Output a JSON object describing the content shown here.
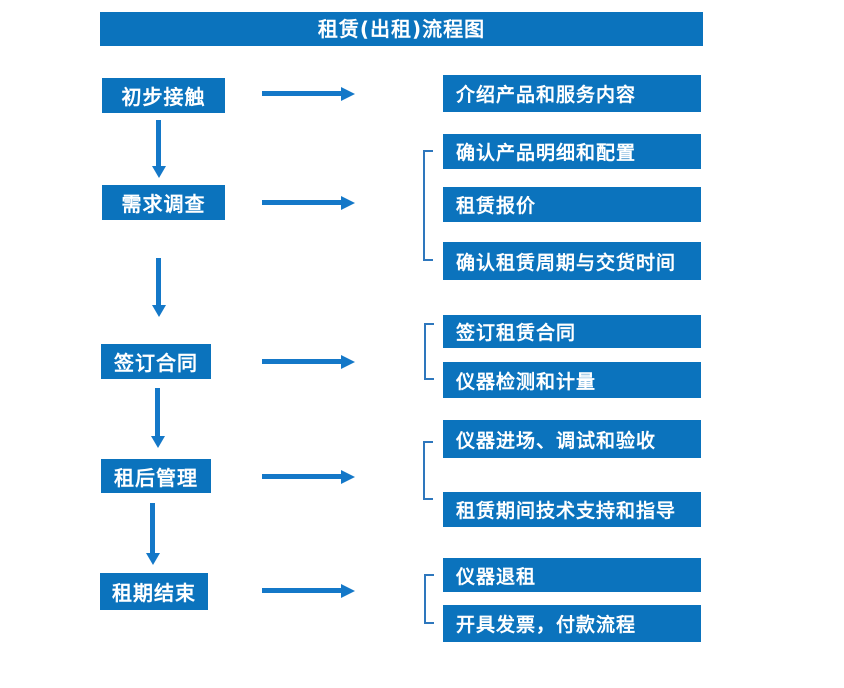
{
  "title": "租赁(出租)流程图",
  "colors": {
    "primary": "#0b73bd",
    "arrow": "#1478c8",
    "bracket": "#2e77bd",
    "text_on_primary": "#ffffff"
  },
  "icons": {
    "flow_arrow": "arrow-right",
    "step_arrow": "arrow-down",
    "group_connector": "left-bracket"
  },
  "flow": {
    "steps": [
      {
        "label": "初步接触",
        "details": [
          "介绍产品和服务内容"
        ]
      },
      {
        "label": "需求调查",
        "details": [
          "确认产品明细和配置",
          "租赁报价",
          "确认租赁周期与交货时间"
        ]
      },
      {
        "label": "签订合同",
        "details": [
          "签订租赁合同",
          "仪器检测和计量"
        ]
      },
      {
        "label": "租后管理",
        "details": [
          "仪器进场、调试和验收",
          "租赁期间技术支持和指导"
        ]
      },
      {
        "label": "租期结束",
        "details": [
          "仪器退租",
          "开具发票，付款流程"
        ]
      }
    ]
  }
}
